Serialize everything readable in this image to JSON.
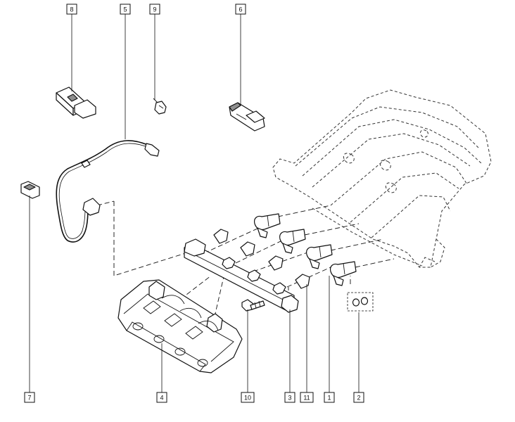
{
  "callouts": [
    {
      "id": "c8",
      "label": "8"
    },
    {
      "id": "c5",
      "label": "5"
    },
    {
      "id": "c9",
      "label": "9"
    },
    {
      "id": "c6",
      "label": "6"
    },
    {
      "id": "c7",
      "label": "7"
    },
    {
      "id": "c4",
      "label": "4"
    },
    {
      "id": "c10",
      "label": "10"
    },
    {
      "id": "c3",
      "label": "3"
    },
    {
      "id": "c11",
      "label": "11"
    },
    {
      "id": "c1",
      "label": "1"
    },
    {
      "id": "c2",
      "label": "2"
    }
  ]
}
